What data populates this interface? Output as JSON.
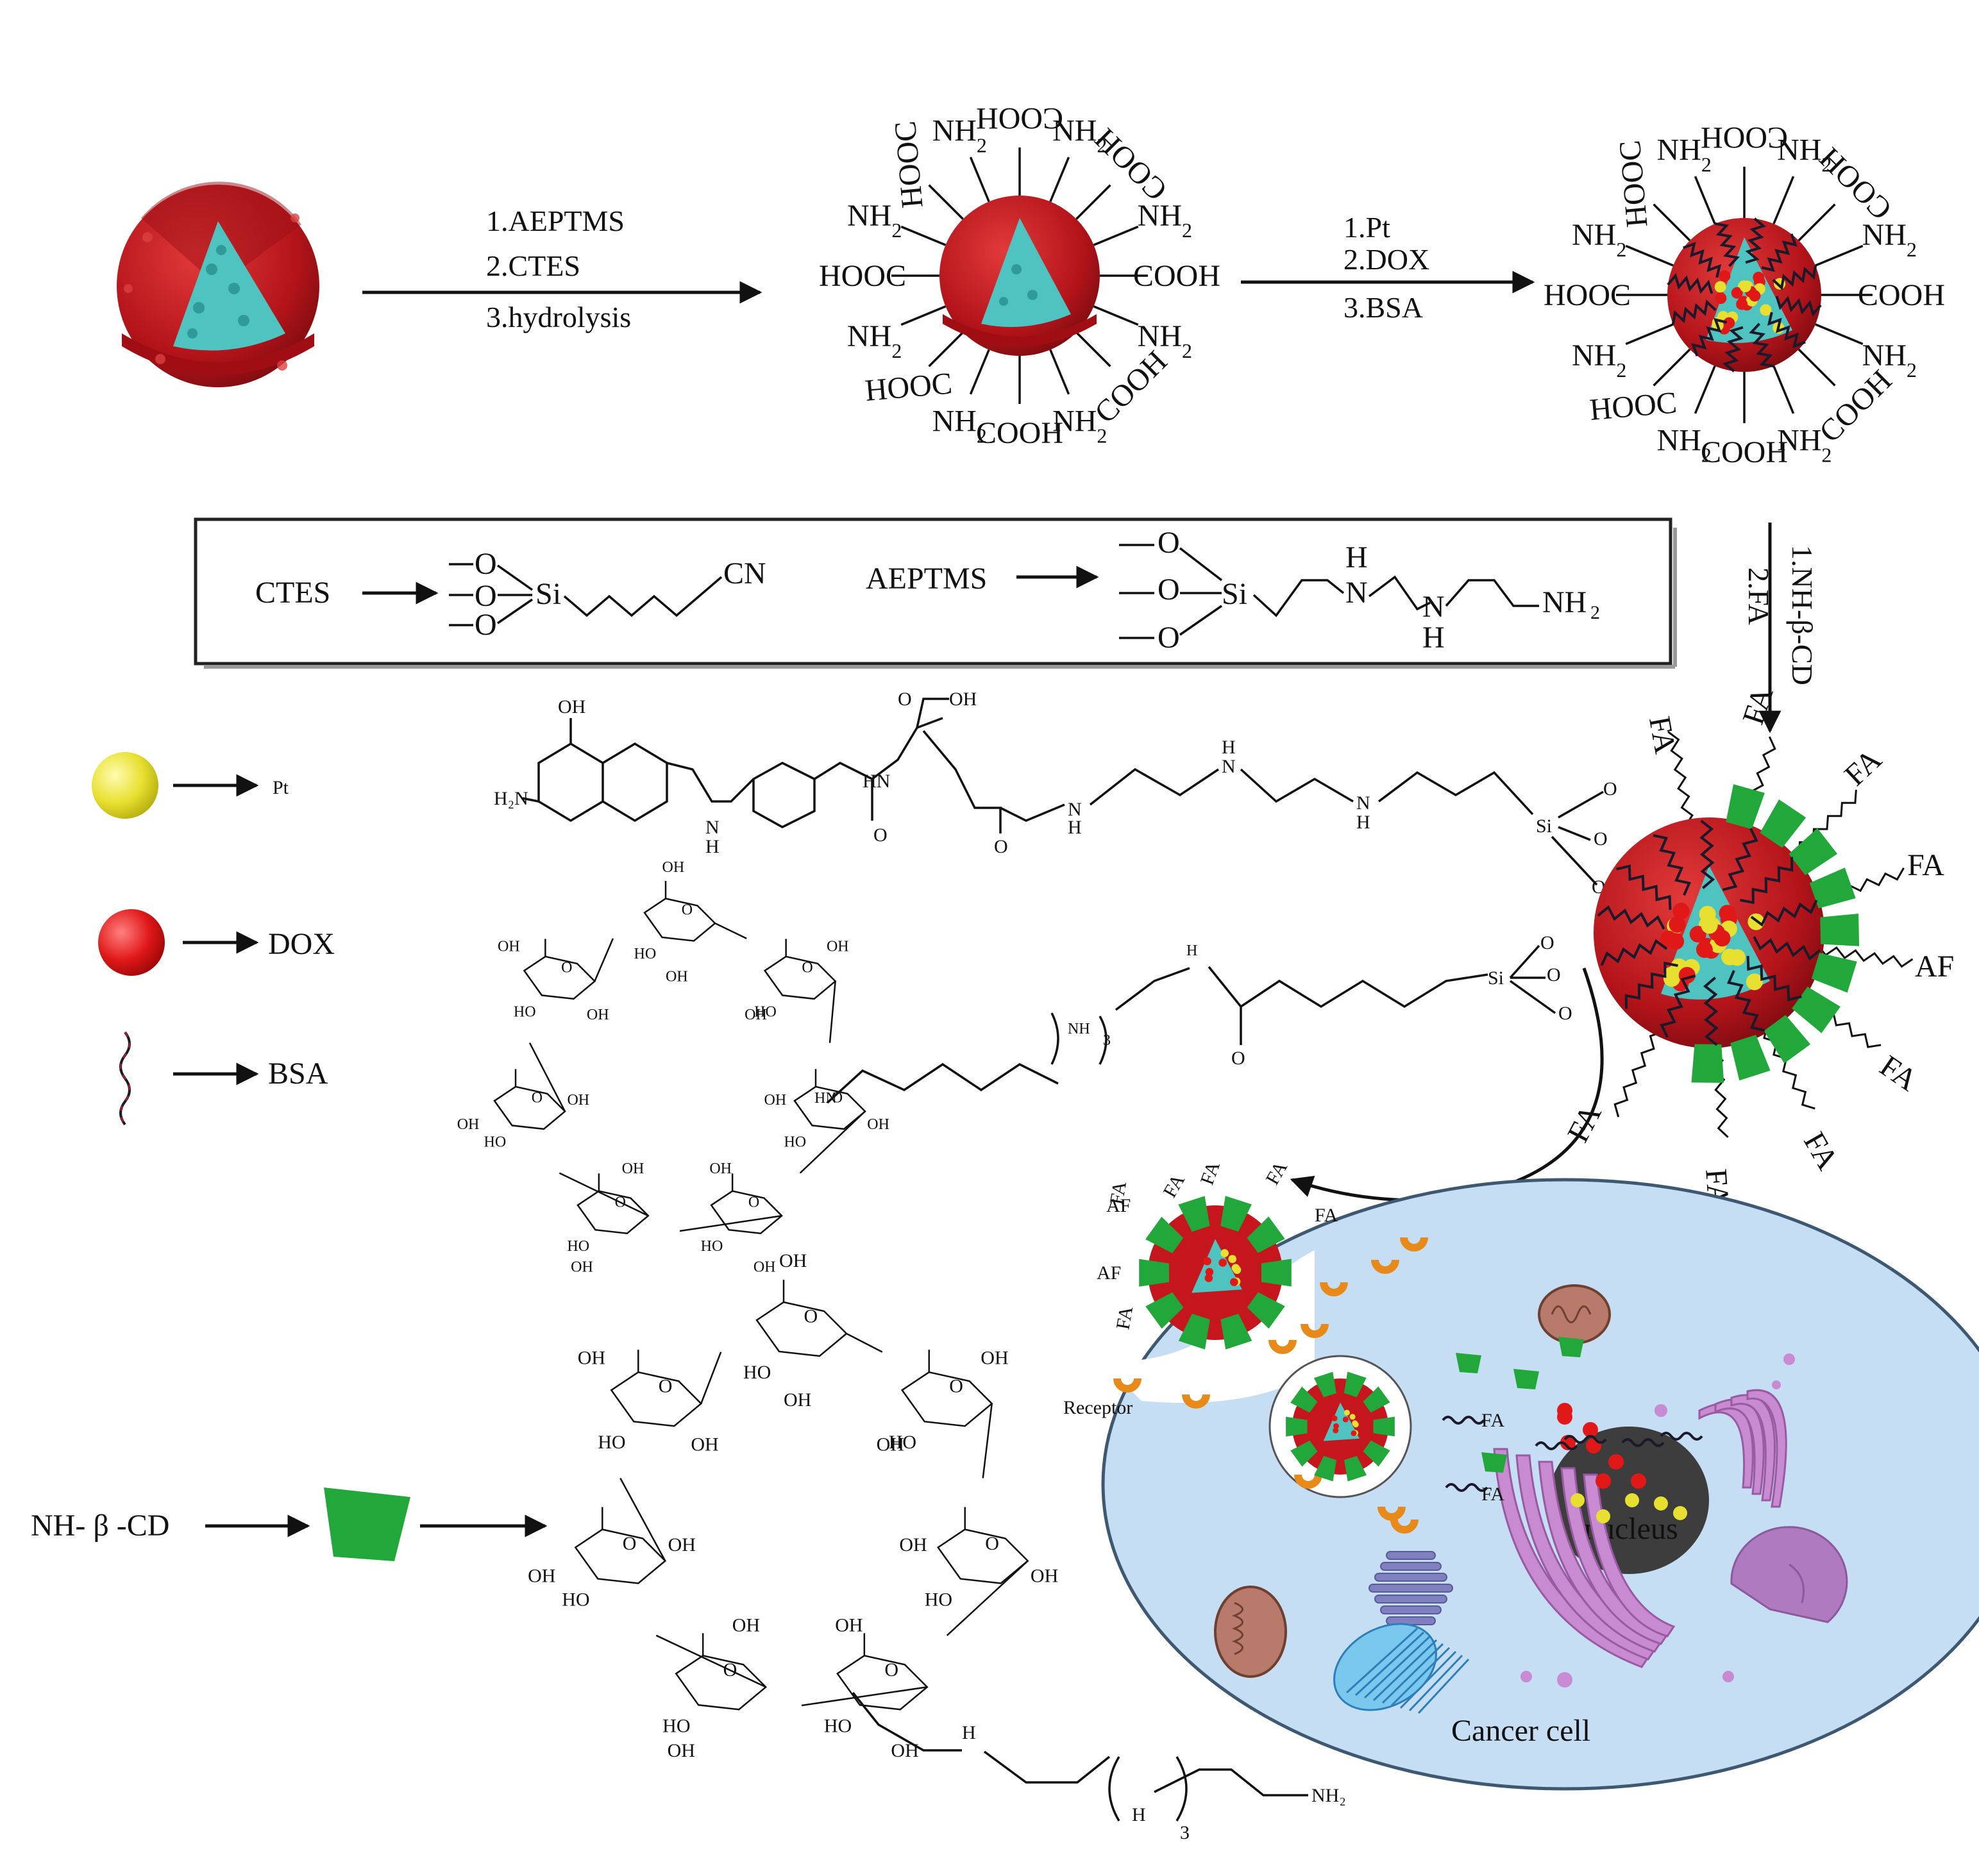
{
  "steps": {
    "step1": [
      "1.AEPTMS",
      "2.CTES",
      "3.hydrolysis"
    ],
    "step2": [
      "1.Pt",
      "2.DOX",
      "3.BSA"
    ],
    "step3": [
      "1.NH-β-CD",
      "2.FA"
    ]
  },
  "groups": {
    "hooc": "HOOC",
    "cooh": "COOH",
    "nh2": "NH",
    "h2n": "H",
    "sub2": "2",
    "n_part": "N"
  },
  "reagents": {
    "ctes": "CTES",
    "aeptms": "AEPTMS",
    "cn": "CN",
    "si": "Si",
    "o": "O",
    "h": "H",
    "n": "N",
    "nh2": "NH",
    "sub2": "2"
  },
  "legend": {
    "pt": "Pt",
    "dox": "DOX",
    "bsa": "BSA",
    "cd": "NH- β -CD"
  },
  "colors": {
    "pt": "#e8e030",
    "dox": "#e01818",
    "shell": "#c4161c",
    "core": "#4fc3c0",
    "cd": "#22a83a",
    "cell": "#c5def3",
    "receptor": "#e88a1a",
    "nucleus": "#3d3d3d",
    "golgi": "#c88ad0"
  },
  "fa_chain": {
    "oh": "OH",
    "h2n": "H₂N",
    "n": "N",
    "h": "H",
    "o": "O",
    "hn": "HN",
    "si": "Si"
  },
  "cd_chain": {
    "oh": "OH",
    "ho": "HO",
    "hn": "HN",
    "nh": "NH",
    "h": "H",
    "o": "O",
    "si": "Si",
    "sub3": "3",
    "nh2": "NH₂"
  },
  "cell": {
    "label": "Cancer cell",
    "nucleus": "nucleus",
    "receptor": "Receptor",
    "fa": "FA",
    "af": "AF"
  }
}
